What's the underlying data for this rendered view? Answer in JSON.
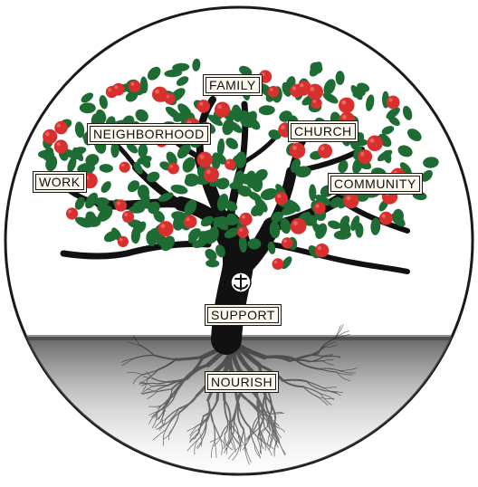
{
  "labels": {
    "family": "FAMILY",
    "neighborhood": "NEIGHBORHOOD",
    "church": "CHURCH",
    "work": "WORK",
    "community": "COMMUNITY",
    "support": "SUPPORT",
    "nourish": "NOURISH"
  },
  "colors": {
    "trunk": "#111111",
    "leaf": "#1f6b34",
    "apple": "#d8302f",
    "circle": "#1a1a1a",
    "label_bg": "#fbf7ee"
  },
  "icons": {
    "trunk_emblem": "anchor-cross-emblem"
  }
}
